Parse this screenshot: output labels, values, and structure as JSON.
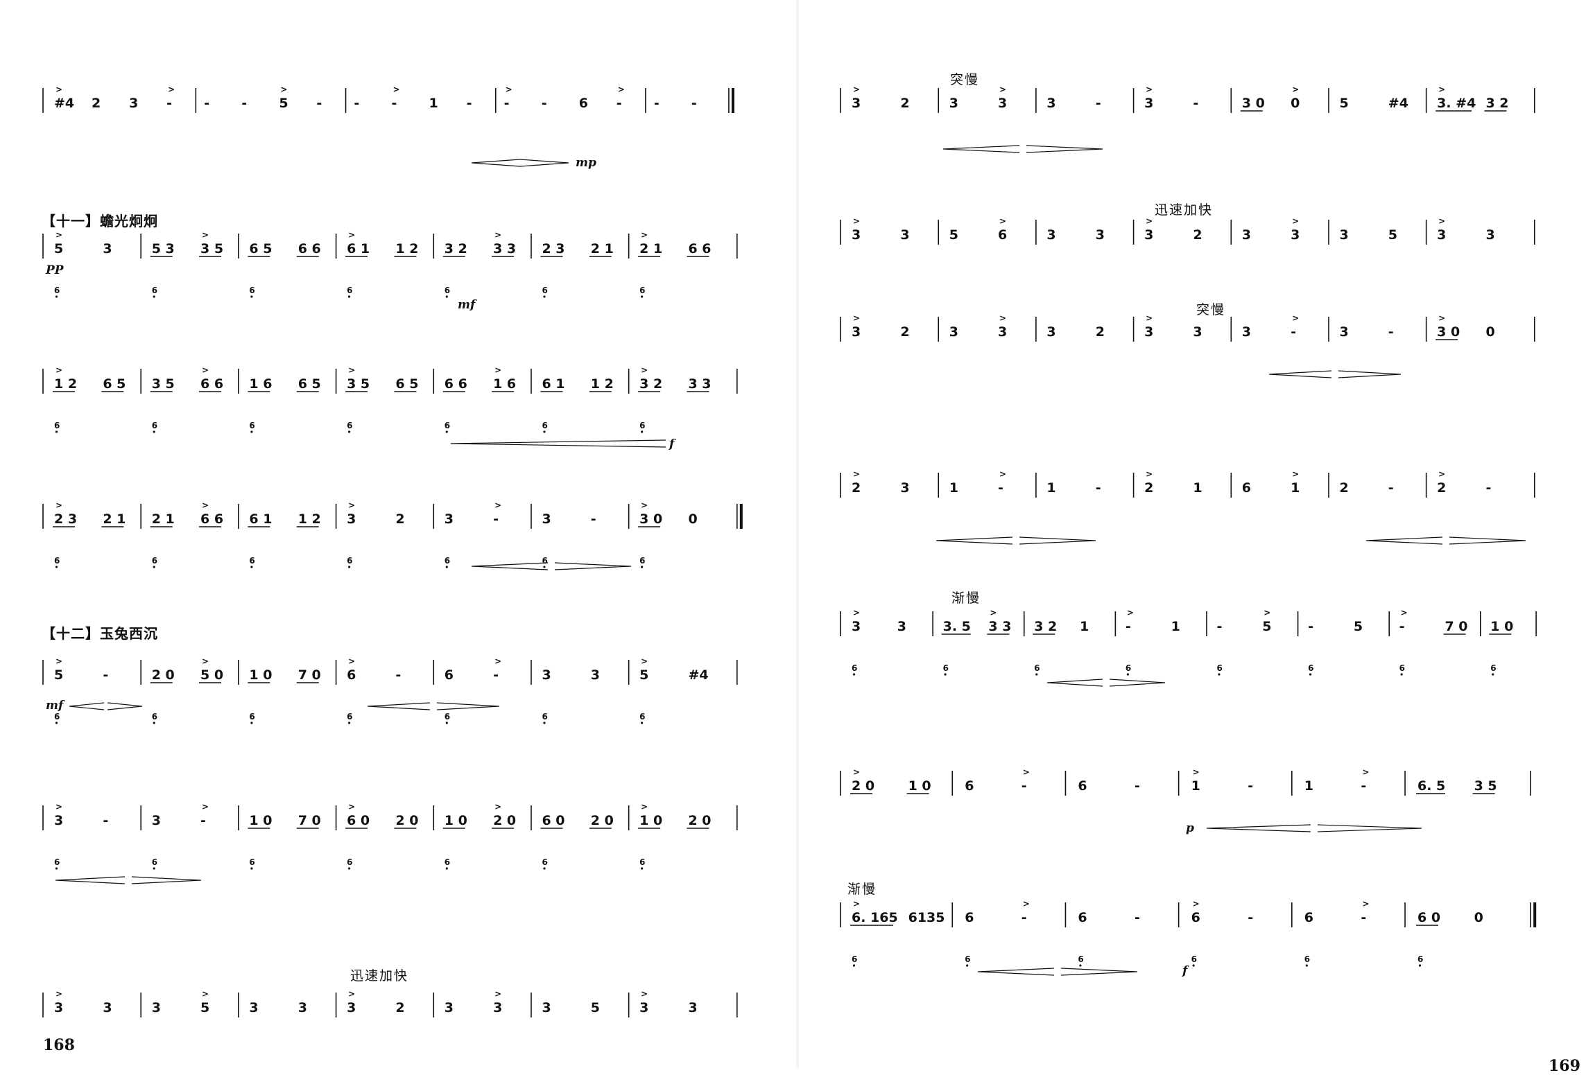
{
  "pages": {
    "left_number": "168",
    "right_number": "169"
  },
  "sections": {
    "eleven": "【十一】蟾光炯炯",
    "twelve": "【十二】玉兔西沉"
  },
  "tempo_marks": {
    "sudden_slow": "突慢",
    "rapid_accel": "迅速加快",
    "gradual_slow": "渐慢"
  },
  "dynamics": {
    "pp": "PP",
    "mp": "mp",
    "mf": "mf",
    "f": "f",
    "p": "p"
  },
  "left_rows": [
    {
      "melody": [
        "#4",
        "2",
        "3",
        "-",
        "-",
        "-",
        "5",
        "-",
        "-",
        "-",
        "1",
        "-",
        "-",
        "-",
        "6",
        "-",
        "-",
        "-"
      ]
    },
    {
      "melody": [
        "5",
        "3",
        "5 3",
        "3 5",
        "6 5",
        "6 6",
        "6 1",
        "1 2",
        "3 2",
        "3 3",
        "2 3",
        "2 1",
        "2 1",
        "6 6"
      ]
    },
    {
      "melody": [
        "1 2",
        "6 5",
        "3 5",
        "6 6",
        "1 6",
        "6 5",
        "3 5",
        "6 5",
        "6 6",
        "1 6",
        "6 1",
        "1 2",
        "3 2",
        "3 3"
      ]
    },
    {
      "melody": [
        "2 3",
        "2 1",
        "2 1",
        "6 6",
        "6 1",
        "1 2",
        "3",
        "2",
        "3",
        "-",
        "3",
        "-",
        "3 0",
        "0"
      ]
    },
    {
      "melody": [
        "5",
        "-",
        "2 0",
        "5 0",
        "1 0",
        "7 0",
        "6",
        "-",
        "6",
        "-",
        "3",
        "3",
        "5",
        "#4"
      ]
    },
    {
      "melody": [
        "3",
        "-",
        "3",
        "-",
        "1 0",
        "7 0",
        "6 0",
        "2 0",
        "1 0",
        "2 0",
        "6 0",
        "2 0",
        "1 0",
        "2 0"
      ]
    },
    {
      "melody": [
        "3",
        "3",
        "3",
        "5",
        "3",
        "3",
        "3",
        "2",
        "3",
        "3",
        "3",
        "5",
        "3",
        "3"
      ]
    }
  ],
  "right_rows": [
    {
      "melody": [
        "3",
        "2",
        "3",
        "3",
        "3",
        "-",
        "3",
        "-",
        "3 0",
        "0",
        "5",
        "#4",
        "3. #4",
        "3 2"
      ]
    },
    {
      "melody": [
        "3",
        "3",
        "5",
        "6",
        "3",
        "3",
        "3",
        "2",
        "3",
        "3",
        "3",
        "5",
        "3",
        "3"
      ]
    },
    {
      "melody": [
        "3",
        "2",
        "3",
        "3",
        "3",
        "2",
        "3",
        "3",
        "3",
        "-",
        "3",
        "-",
        "3 0",
        "0"
      ]
    },
    {
      "melody": [
        "2",
        "3",
        "1",
        "-",
        "1",
        "-",
        "2",
        "1",
        "6",
        "1",
        "2",
        "-",
        "2",
        "-"
      ]
    },
    {
      "melody": [
        "3",
        "3",
        "3. 5",
        "3 3",
        "3 2",
        "1",
        "-",
        "1",
        "-",
        "5",
        "-",
        "5",
        "-",
        "7 0",
        "1 0"
      ]
    },
    {
      "melody": [
        "2 0",
        "1 0",
        "6",
        "-",
        "6",
        "-",
        "1",
        "-",
        "1",
        "-",
        "6. 5",
        "3 5"
      ]
    },
    {
      "melody": [
        "6. 165",
        "6135",
        "6",
        "-",
        "6",
        "-",
        "6",
        "-",
        "6",
        "-",
        "6 0",
        "0"
      ]
    }
  ]
}
